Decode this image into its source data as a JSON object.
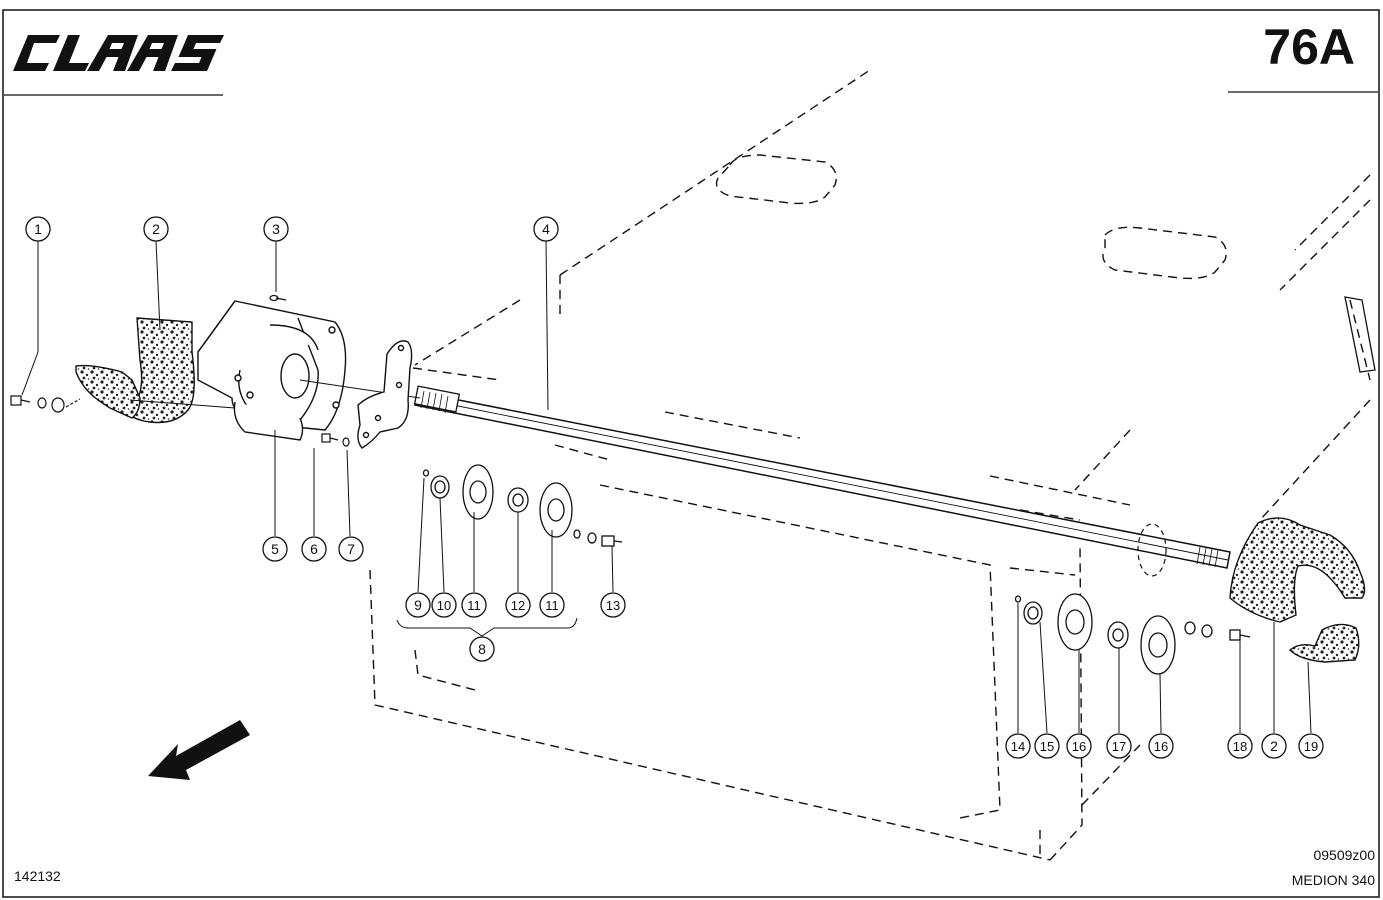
{
  "header": {
    "brand": "CLAAS",
    "page_number": "76A"
  },
  "footer": {
    "drawing_code": "142132",
    "file_code": "09509z00",
    "model": "MEDION 340"
  },
  "callouts": [
    "1",
    "2",
    "3",
    "4",
    "5",
    "6",
    "7",
    "8",
    "9",
    "10",
    "11",
    "12",
    "11",
    "13",
    "14",
    "15",
    "16",
    "17",
    "16",
    "18",
    "2",
    "19"
  ],
  "icons": {
    "direction_arrow": "direction-arrow-icon"
  }
}
